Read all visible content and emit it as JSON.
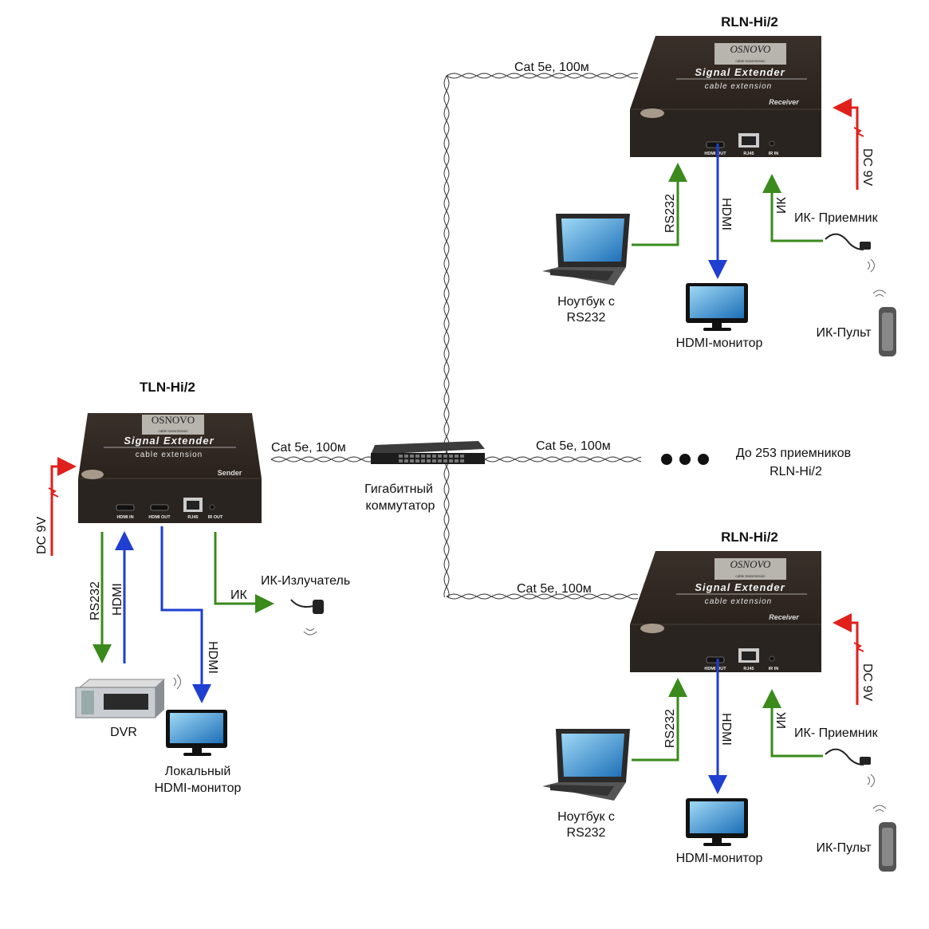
{
  "sender": {
    "title": "TLN-Hi/2",
    "brand": "OSNOVO",
    "brand_sub": "cable transmission",
    "product": "Signal Extender",
    "product_sub": "cable extension",
    "role": "Sender",
    "ports": [
      "HDMI IN",
      "HDMI OUT",
      "RJ45",
      "IR OUT"
    ],
    "power": "DC 9V",
    "rs232": "RS232",
    "hdmi_in": "HDMI",
    "hdmi_out": "HDMI",
    "ir": "ИК",
    "ir_emitter": "ИК-Излучатель",
    "dvr": "DVR",
    "monitor_line1": "Локальный",
    "monitor_line2": "HDMI-монитор"
  },
  "switch": {
    "line1": "Гигабитный",
    "line2": "коммутатор"
  },
  "cables": {
    "top": "Cat 5e, 100м",
    "left": "Cat 5e, 100м",
    "right": "Cat 5e, 100м",
    "bottom": "Cat 5e, 100м"
  },
  "more_receivers": {
    "line1": "До 253 приемников",
    "line2": "RLN-Hi/2"
  },
  "receivers": [
    {
      "title": "RLN-Hi/2",
      "brand": "OSNOVO",
      "brand_sub": "cable transmission",
      "product": "Signal Extender",
      "product_sub": "cable extension",
      "role": "Receiver",
      "ports": [
        "HDMI OUT",
        "RJ45",
        "IR IN"
      ],
      "power": "DC 9V",
      "rs232": "RS232",
      "hdmi": "HDMI",
      "ir": "ИК",
      "ir_receiver": "ИК- Приемник",
      "remote": "ИК-Пульт",
      "laptop_line1": "Ноутбук с",
      "laptop_line2": "RS232",
      "monitor": "HDMI-монитор"
    },
    {
      "title": "RLN-Hi/2",
      "brand": "OSNOVO",
      "brand_sub": "cable transmission",
      "product": "Signal Extender",
      "product_sub": "cable extension",
      "role": "Receiver",
      "ports": [
        "HDMI OUT",
        "RJ45",
        "IR IN"
      ],
      "power": "DC 9V",
      "rs232": "RS232",
      "hdmi": "HDMI",
      "ir": "ИК",
      "ir_receiver": "ИК- Приемник",
      "remote": "ИК-Пульт",
      "laptop_line1": "Ноутбук с",
      "laptop_line2": "RS232",
      "monitor": "HDMI-монитор"
    }
  ],
  "colors": {
    "power": "#e0201b",
    "rs232_ir": "#3a8a1c",
    "hdmi": "#1f3fd0",
    "device": "#2e2620"
  }
}
